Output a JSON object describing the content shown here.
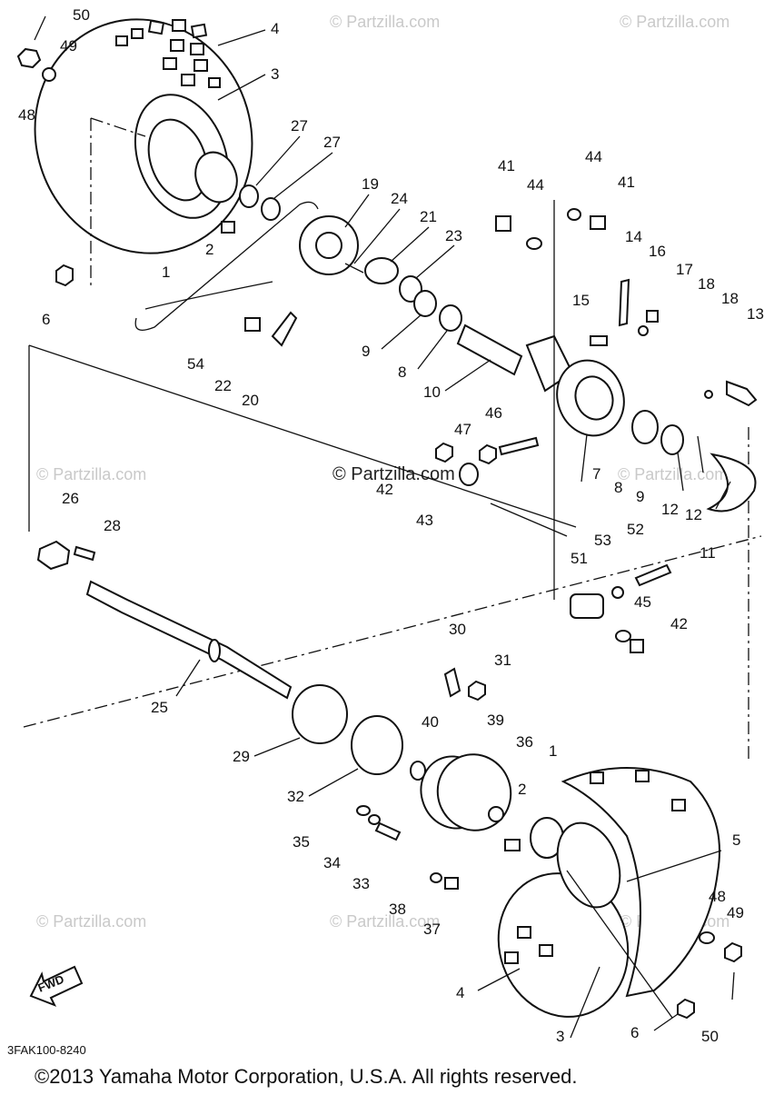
{
  "callouts": {
    "c50a": "50",
    "c49a": "49",
    "c48a": "48",
    "c4a": "4",
    "c3a": "3",
    "c27a": "27",
    "c27b": "27",
    "c19": "19",
    "c24": "24",
    "c21": "21",
    "c23": "23",
    "c41a": "41",
    "c44a": "44",
    "c44b": "44",
    "c41b": "41",
    "c14": "14",
    "c16": "16",
    "c17": "17",
    "c18a": "18",
    "c18b": "18",
    "c13": "13",
    "c15": "15",
    "c2a": "2",
    "c1a": "1",
    "c6a": "6",
    "c54": "54",
    "c22": "22",
    "c20": "20",
    "c9a": "9",
    "c8a": "8",
    "c10": "10",
    "c46": "46",
    "c47": "47",
    "c42a": "42",
    "c43": "43",
    "c7": "7",
    "c8b": "8",
    "c9b": "9",
    "c12a": "12",
    "c12b": "12",
    "c11": "11",
    "c26": "26",
    "c28": "28",
    "c53": "53",
    "c52": "52",
    "c51": "51",
    "c45": "45",
    "c42b": "42",
    "c30": "30",
    "c31": "31",
    "c25": "25",
    "c29": "29",
    "c40": "40",
    "c39": "39",
    "c36": "36",
    "c1b": "1",
    "c2b": "2",
    "c5": "5",
    "c32": "32",
    "c35": "35",
    "c34": "34",
    "c33": "33",
    "c48b": "48",
    "c49b": "49",
    "c38": "38",
    "c37": "37",
    "c4b": "4",
    "c3b": "3",
    "c6b": "6",
    "c50b": "50"
  },
  "watermark": "© Partzilla.com",
  "center_watermark": "© Partzilla.com",
  "fwd_label": "FWD",
  "diagram_code": "3FAK100-8240",
  "copyright": "©2013 Yamaha Motor Corporation, U.S.A. All rights reserved."
}
